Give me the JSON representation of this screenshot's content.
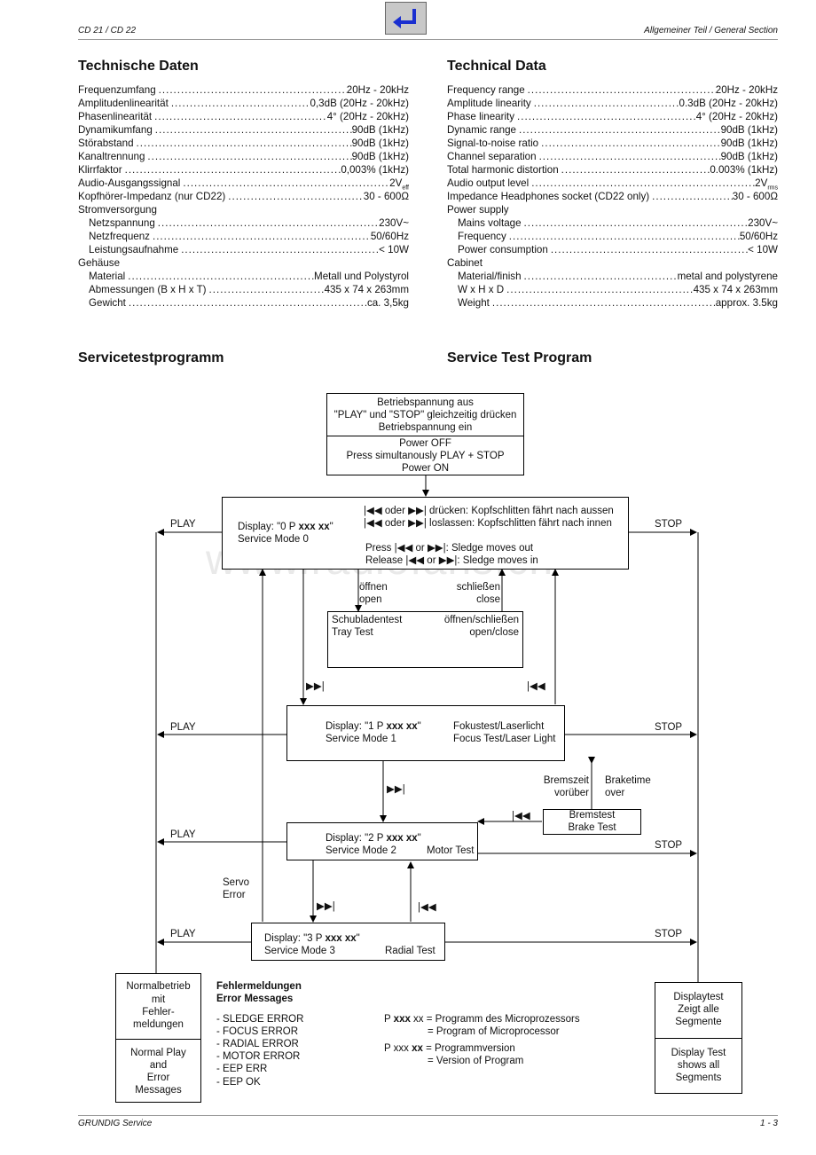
{
  "header": {
    "left": "CD 21 / CD 22",
    "right": "Allgemeiner Teil / General Section",
    "back_icon": "return-arrow-icon"
  },
  "footer": {
    "left": "GRUNDIG Service",
    "right": "1 - 3"
  },
  "watermark": "www.radiofans.cn",
  "de": {
    "title": "Technische Daten",
    "rows": [
      {
        "label": "Frequenzumfang",
        "value": "20Hz - 20kHz"
      },
      {
        "label": "Amplitudenlinearität",
        "value": "0,3dB (20Hz - 20kHz)"
      },
      {
        "label": "Phasenlinearität",
        "value": "4° (20Hz - 20kHz)"
      },
      {
        "label": "Dynamikumfang",
        "value": "90dB (1kHz)"
      },
      {
        "label": "Störabstand",
        "value": "90dB (1kHz)"
      },
      {
        "label": "Kanaltrennung",
        "value": "90dB (1kHz)"
      },
      {
        "label": "Klirrfaktor",
        "value": "0,003% (1kHz)"
      },
      {
        "label": "Audio-Ausgangssignal",
        "value": "2V",
        "sub": "eff"
      },
      {
        "label": "Kopfhörer-Impedanz (nur CD22)",
        "value": "30 - 600Ω"
      }
    ],
    "power": "Stromversorgung",
    "power_rows": [
      {
        "label": "Netzspannung",
        "value": "230V~"
      },
      {
        "label": "Netzfrequenz",
        "value": "50/60Hz"
      },
      {
        "label": "Leistungsaufnahme",
        "value": "< 10W"
      }
    ],
    "cabinet": "Gehäuse",
    "cabinet_rows": [
      {
        "label": "Material",
        "value": "Metall und Polystyrol"
      },
      {
        "label": "Abmessungen (B x H x T)",
        "value": "435 x 74 x 263mm"
      },
      {
        "label": "Gewicht",
        "value": "ca. 3,5kg"
      }
    ],
    "service_title": "Servicetestprogramm"
  },
  "en": {
    "title": "Technical Data",
    "rows": [
      {
        "label": "Frequency range",
        "value": "20Hz - 20kHz"
      },
      {
        "label": "Amplitude linearity",
        "value": "0.3dB (20Hz - 20kHz)"
      },
      {
        "label": "Phase linearity",
        "value": "4° (20Hz - 20kHz)"
      },
      {
        "label": "Dynamic range",
        "value": "90dB (1kHz)"
      },
      {
        "label": "Signal-to-noise ratio",
        "value": "90dB (1kHz)"
      },
      {
        "label": "Channel separation",
        "value": "90dB (1kHz)"
      },
      {
        "label": "Total harmonic distortion",
        "value": "0.003% (1kHz)"
      },
      {
        "label": "Audio output level",
        "value": "2V",
        "sub": "rms"
      },
      {
        "label": "Impedance Headphones socket (CD22 only)",
        "value": "30 - 600Ω"
      }
    ],
    "power": "Power supply",
    "power_rows": [
      {
        "label": "Mains voltage",
        "value": "230V~"
      },
      {
        "label": "Frequency",
        "value": "50/60Hz"
      },
      {
        "label": "Power consumption",
        "value": "< 10W"
      }
    ],
    "cabinet": "Cabinet",
    "cabinet_rows": [
      {
        "label": "Material/finish",
        "value": "metal and polystyrene"
      },
      {
        "label": "W x H x D",
        "value": "435 x 74 x 263mm"
      },
      {
        "label": "Weight",
        "value": "approx. 3.5kg"
      }
    ],
    "service_title": "Service Test Program"
  },
  "flow": {
    "start_de": [
      "Betriebspannung aus",
      "\"PLAY\" und \"STOP\" gleichzeitig drücken",
      "Betriebspannung ein"
    ],
    "start_en": [
      "Power OFF",
      "Press simultanously PLAY + STOP",
      "Power ON"
    ],
    "mode0": {
      "display_pre": "Display: \"0 P ",
      "display_bold": "xxx xx",
      "display_post": "\"",
      "name": "Service Mode 0",
      "de1": "oder",
      "de1b": "drücken: Kopfschlitten fährt nach aussen",
      "de2": "oder",
      "de2b": "loslassen: Kopfschlitten fährt nach innen",
      "en1": "Press",
      "en1m": "or",
      "en1b": ": Sledge moves out",
      "en2": "Release",
      "en2m": "or",
      "en2b": ": Sledge moves in"
    },
    "tray": {
      "open_de": "öffnen",
      "open_en": "open",
      "close_de": "schließen",
      "close_en": "close",
      "de": "Schubladentest",
      "en": "Tray Test",
      "act_de": "öffnen/schließen",
      "act_en": "open/close"
    },
    "mode1": {
      "display_pre": "Display: \"1 P ",
      "display_bold": "xxx xx",
      "display_post": "\"",
      "name": "Service Mode 1",
      "test_de": "Fokustest/Laserlicht",
      "test_en": "Focus Test/Laser Light"
    },
    "brake": {
      "de": "Bremstest",
      "en": "Brake Test",
      "over_de1": "Bremszeit",
      "over_de2": "vorüber",
      "over_en1": "Braketime",
      "over_en2": "over"
    },
    "mode2": {
      "display_pre": "Display: \"2 P ",
      "display_bold": "xxx xx",
      "display_post": "\"",
      "name": "Service Mode 2",
      "test": "Motor Test"
    },
    "servo": [
      "Servo",
      "Error"
    ],
    "mode3": {
      "display_pre": "Display: \"3 P ",
      "display_bold": "xxx xx",
      "display_post": "\"",
      "name": "Service Mode 3",
      "test": "Radial Test"
    },
    "play": "PLAY",
    "stop": "STOP",
    "normal_de": [
      "Normalbetrieb",
      "mit",
      "Fehler-",
      "meldungen"
    ],
    "normal_en": [
      "Normal Play",
      "and",
      "Error",
      "Messages"
    ],
    "display_de": [
      "Displaytest",
      "Zeigt alle",
      "Segmente"
    ],
    "display_en": [
      "Display Test",
      "shows all",
      "Segments"
    ],
    "errors_title_de": "Fehlermeldungen",
    "errors_title_en": "Error Messages",
    "errors": [
      "- SLEDGE ERROR",
      "- FOCUS ERROR",
      "- RADIAL ERROR",
      "- MOTOR ERROR",
      "- EEP ERR",
      "- EEP OK"
    ],
    "legend1_p": "P ",
    "legend1_b": "xxx",
    "legend1_x": " xx",
    "legend1_de": " = Programm des Microprozessors",
    "legend1_en": "= Program of Microprocessor",
    "legend2_p": "P xxx ",
    "legend2_b": "xx",
    "legend2_de": " = Programmversion",
    "legend2_en": "= Version of Program"
  }
}
